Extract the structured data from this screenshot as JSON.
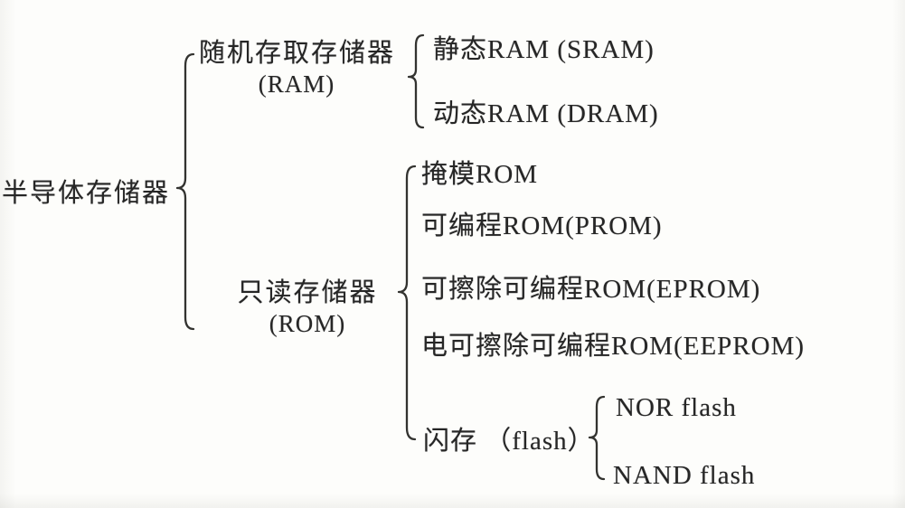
{
  "page": {
    "background": "#fdfdfb",
    "text_color": "#262626",
    "line_color": "#333330"
  },
  "tree": {
    "root": {
      "label": "半导体存储器"
    },
    "ram": {
      "label": "随机存取存储器",
      "sublabel": "(RAM)",
      "children": [
        {
          "label": "静态RAM (SRAM)"
        },
        {
          "label": "动态RAM (DRAM)"
        }
      ]
    },
    "rom": {
      "label": "只读存储器",
      "sublabel": "(ROM)",
      "children": [
        {
          "label": "掩模ROM"
        },
        {
          "label": "可编程ROM(PROM)"
        },
        {
          "label": "可擦除可编程ROM(EPROM)"
        },
        {
          "label": "电可擦除可编程ROM(EEPROM)"
        },
        {
          "label": "闪存 （flash）"
        }
      ]
    },
    "flash": {
      "children": [
        {
          "label": "NOR flash"
        },
        {
          "label": "NAND flash"
        }
      ]
    }
  }
}
